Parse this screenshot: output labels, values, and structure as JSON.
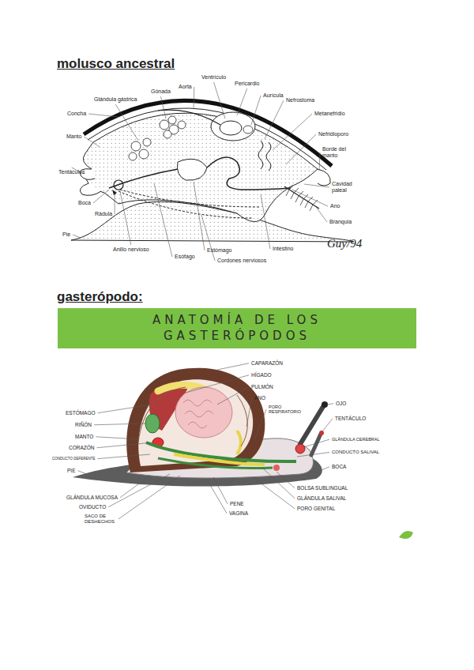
{
  "diagram": {
    "nodes": [
      {
        "text": [
          "ANATOMÍA DE LOS GASTERÓPODOS"
        ]
      }
    ],
    "labels": [
      "molusco ancestral",
      "Ventrículo",
      "Pericardio",
      "Aurícula",
      "Aorta",
      "Gónada",
      "Glándula gástrica",
      "Concha",
      "Nefrostoma",
      "Metanefridio",
      "Manto",
      "Nefridioporo",
      "Borde del manto",
      "Tentáculos",
      "Cavidad paleal",
      "Boca",
      "Ano",
      "Rádula",
      "Branquia",
      "Pie",
      "Anillo nervioso",
      "Esófago",
      "Estómago",
      "Intestino",
      "Cordones nerviosos",
      "Guy/94",
      "gasterópodo:",
      "CAPARAZÓN",
      "HÍGADO",
      "PULMÓN",
      "ANO",
      "PORO RESPIRATORIO",
      "OJO",
      "TENTÁCULO",
      "GLÁNDULA CEREBRAL",
      "CONDUCTO SALIVAL",
      "BOCA",
      "ESTÓMAGO",
      "RIÑÓN",
      "MANTO",
      "CORAZÓN",
      "CONDUCTO DEFERENTE",
      "PIE",
      "GLÁNDULA MUCOSA",
      "OVIDUCTO",
      "SACO DE DESHECHOS",
      "PENE",
      "VAGINA",
      "BOLSA SUBLINGUAL",
      "GLÁNDULA SALIVAL",
      "PORO GENITAL"
    ]
  }
}
